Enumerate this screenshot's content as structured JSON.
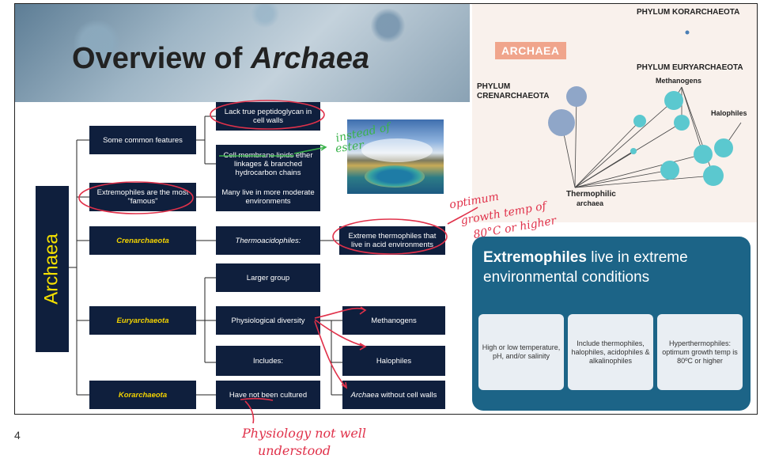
{
  "slide": {
    "title_main": "Overview of ",
    "title_italic": "Archaea",
    "page_number": "4"
  },
  "diagram": {
    "root": "Archaea",
    "common_features": "Some common features",
    "feature_peptidoglycan": "Lack true peptidoglycan in cell walls",
    "feature_membrane": "Cell membrane lipids ether linkages & branched hydrocarbon chains",
    "extremophiles_famous": "Extremophiles are the most \"famous\"",
    "moderate": "Many live in more moderate environments",
    "crenarchaeota": "Crenarchaeota",
    "thermoacidophiles": "Thermoacidophiles:",
    "extreme_thermophiles": "Extreme thermophiles that live in acid environments",
    "euryarchaeota": "Euryarchaeota",
    "larger_group": "Larger group",
    "physiological_diversity": "Physiological diversity",
    "includes": "Includes:",
    "methanogens": "Methanogens",
    "halophiles": "Halophiles",
    "archaea_no_walls_italic": "Archaea",
    "archaea_no_walls_rest": " without cell walls",
    "korarchaeota": "Korarchaeota",
    "not_cultured": "Have not been cultured"
  },
  "tree": {
    "badge": "ARCHAEA",
    "korarchaeota": "PHYLUM KORARCHAEOTA",
    "euryarchaeota": "PHYLUM EURYARCHAEOTA",
    "methanogens": "Methanogens",
    "halophiles": "Halophiles",
    "crenarchaeota_1": "PHYLUM",
    "crenarchaeota_2": "CRENARCHAEOTA",
    "thermophilic_1": "Thermophilic",
    "thermophilic_2": "archaea",
    "colors": {
      "bg": "#f9f1ec",
      "blue_node": "#8fa6c8",
      "teal_node": "#5bc8cf",
      "badge": "#f0a58c"
    }
  },
  "extremophiles_box": {
    "title_bold": "Extremophiles",
    "title_rest": " live in extreme environmental  conditions",
    "card1": "High or low temperature, pH, and/or salinity",
    "card2": "Include thermophiles, halophiles, acidophiles & alkalinophiles",
    "card3": "Hyperthermophiles: optimum growth temp is 80ºC or higher"
  },
  "annotations": {
    "instead_1": "instead of",
    "instead_2": "ester",
    "optimum_1": "optimum",
    "optimum_2": "growth temp of",
    "optimum_3": "80°C or higher",
    "physiology_1": "Physiology not well",
    "physiology_2": "understood",
    "colors": {
      "red": "#e0314a",
      "green": "#39b24a"
    }
  }
}
